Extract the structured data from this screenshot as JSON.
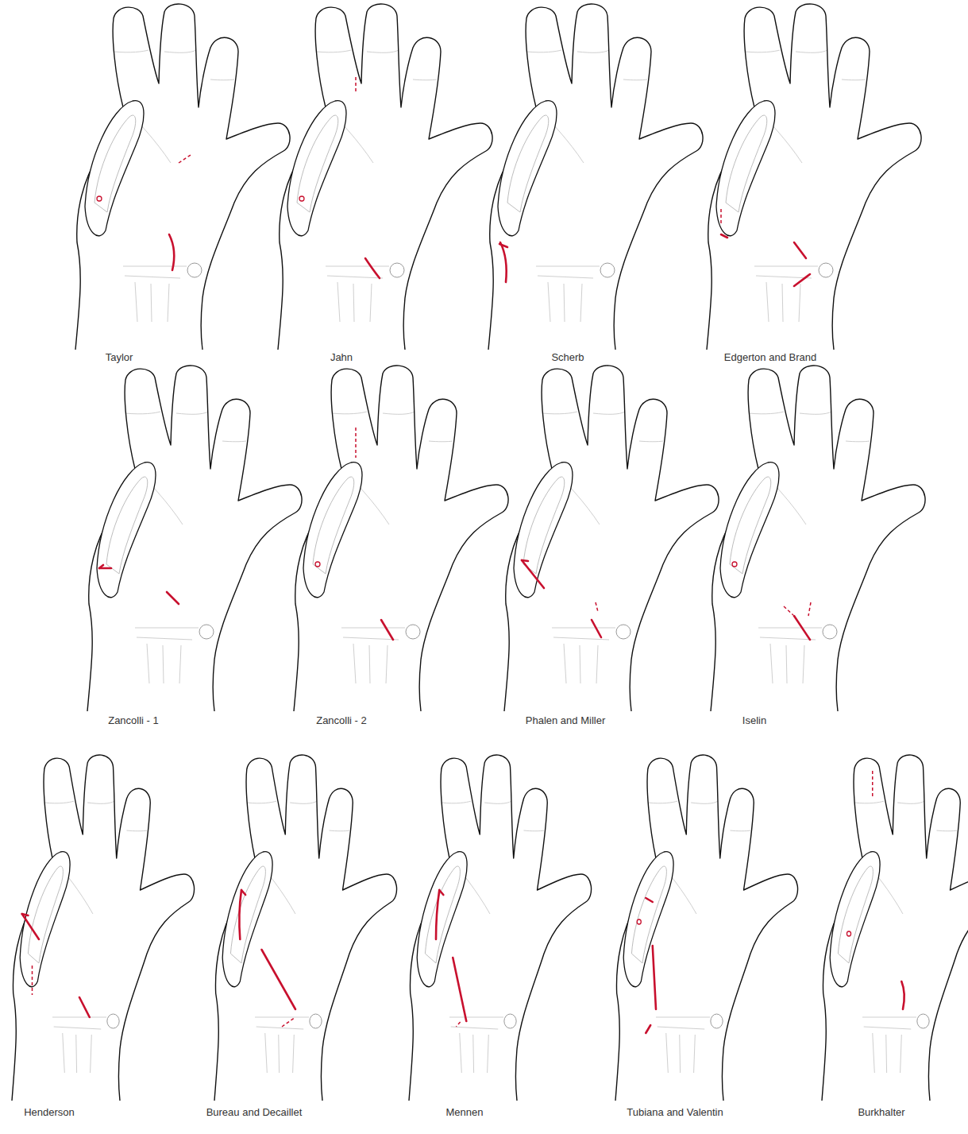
{
  "diagram": {
    "labels": [
      "Taylor",
      "Jahn",
      "Scherb",
      "Edgerton and Brand",
      "Zancolli - 1",
      "Zancolli - 2",
      "Phalen and Miller",
      "Iselin",
      "Henderson",
      "Bureau and Decaillet",
      "Mennen",
      "Tubiana and Valentin",
      "Burkhalter"
    ]
  }
}
